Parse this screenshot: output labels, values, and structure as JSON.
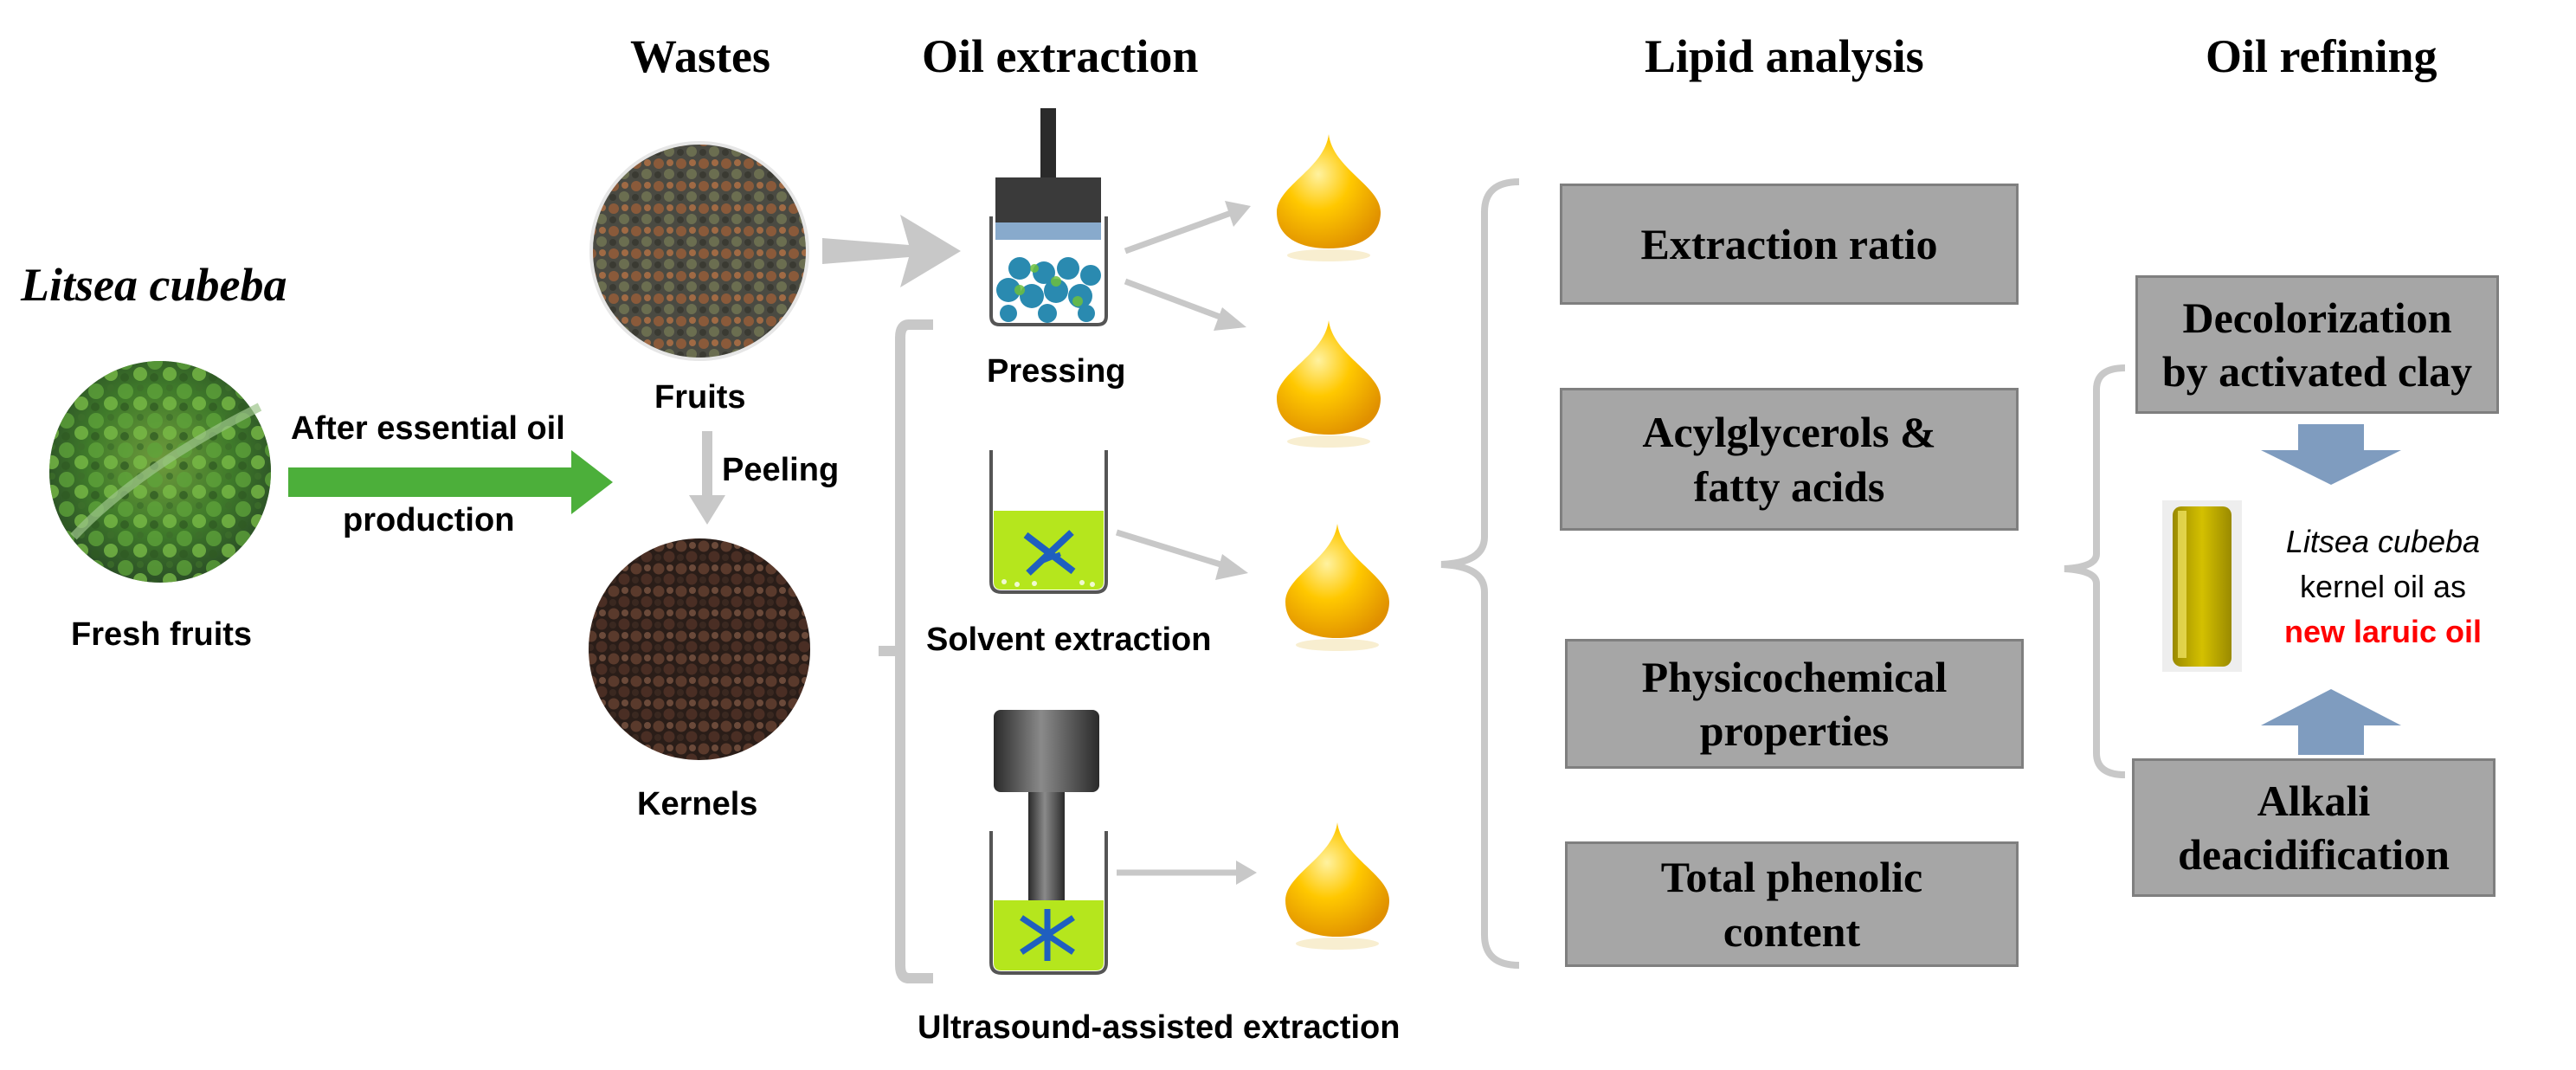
{
  "headers": {
    "wastes": "Wastes",
    "oil_extraction": "Oil extraction",
    "lipid_analysis": "Lipid analysis",
    "oil_refining": "Oil refining"
  },
  "source": {
    "species": "Litsea cubeba",
    "fresh_fruits": "Fresh fruits",
    "arrow_label_line1": "After essential oil",
    "arrow_label_line2": "production"
  },
  "wastes": {
    "fruits": "Fruits",
    "peeling": "Peeling",
    "kernels": "Kernels"
  },
  "methods": {
    "pressing": "Pressing",
    "solvent": "Solvent extraction",
    "ultrasound": "Ultrasound-assisted extraction"
  },
  "analysis": {
    "extraction_ratio": "Extraction ratio",
    "acyl_line1": "Acylglycerols &",
    "acyl_line2": "fatty acids",
    "physico_line1": "Physicochemical",
    "physico_line2": "properties",
    "phenolic_line1": "Total phenolic",
    "phenolic_line2": "content"
  },
  "refining": {
    "decolor_line1": "Decolorization",
    "decolor_line2": "by activated clay",
    "alkali_line1": "Alkali",
    "alkali_line2": "deacidification",
    "result_species": "Litsea cubeba",
    "result_line2": "kernel oil as",
    "result_line3": "new laruic oil"
  },
  "colors": {
    "green_arrow": "#4caf3a",
    "gray_arrow": "#c8c8c8",
    "box_fill": "#a6a6a6",
    "blue_arrow": "#7f9cbf",
    "highlight_red": "#ff0000",
    "oil_yellow": "#ffc000"
  }
}
